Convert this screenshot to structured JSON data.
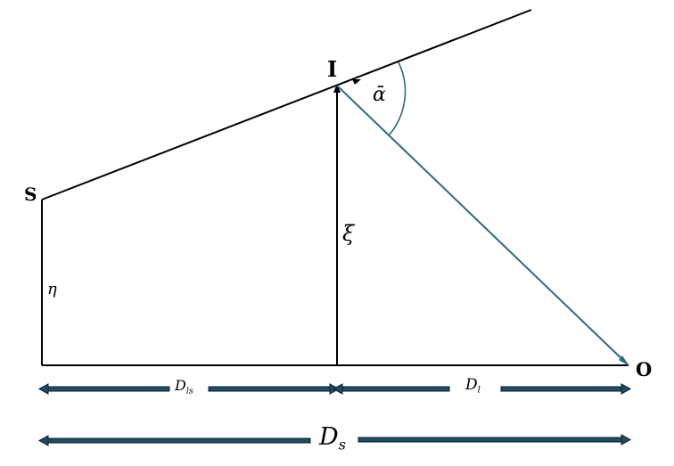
{
  "labels": {
    "source": "S",
    "image": "I",
    "observer": "O",
    "eta": "η",
    "xi": "ξ",
    "alpha_bar": "ᾱ",
    "d_ls": {
      "main": "D",
      "sub": "ls"
    },
    "d_l": {
      "main": "D",
      "sub": "l"
    },
    "d_s": {
      "main": "D",
      "sub": "s"
    }
  },
  "colors": {
    "line": "#000000",
    "ray": "#2e6784",
    "arrow_fill": "#1f4e66",
    "arrow_edge": "#0b1e2a",
    "background": "#ffffff"
  }
}
